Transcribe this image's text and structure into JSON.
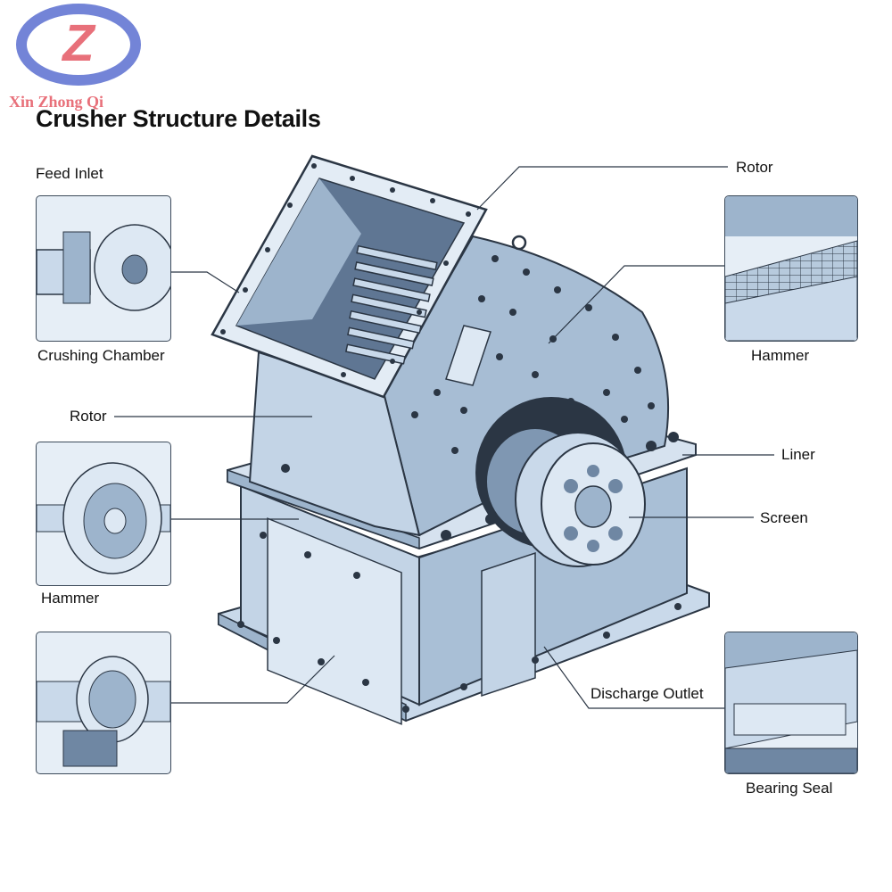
{
  "brand": {
    "logo_letter": "Z",
    "name": "Xin Zhong Qi"
  },
  "title": "Crusher Structure Details",
  "labels": {
    "feed_inlet": "Feed Inlet",
    "crushing_chamber": "Crushing Chamber",
    "rotor_left": "Rotor",
    "hammer_left": "Hammer",
    "rotor_top": "Rotor",
    "hammer_right": "Hammer",
    "liner": "Liner",
    "screen": "Screen",
    "discharge_outlet": "Discharge Outlet",
    "bearing_seal": "Bearing Seal"
  },
  "colors": {
    "steel_light": "#c9d9ea",
    "steel_mid": "#9db4cc",
    "steel_dark": "#6f87a3",
    "outline": "#2b3644",
    "logo_blue": "#5a6fd0",
    "logo_pink": "#e8707a"
  }
}
